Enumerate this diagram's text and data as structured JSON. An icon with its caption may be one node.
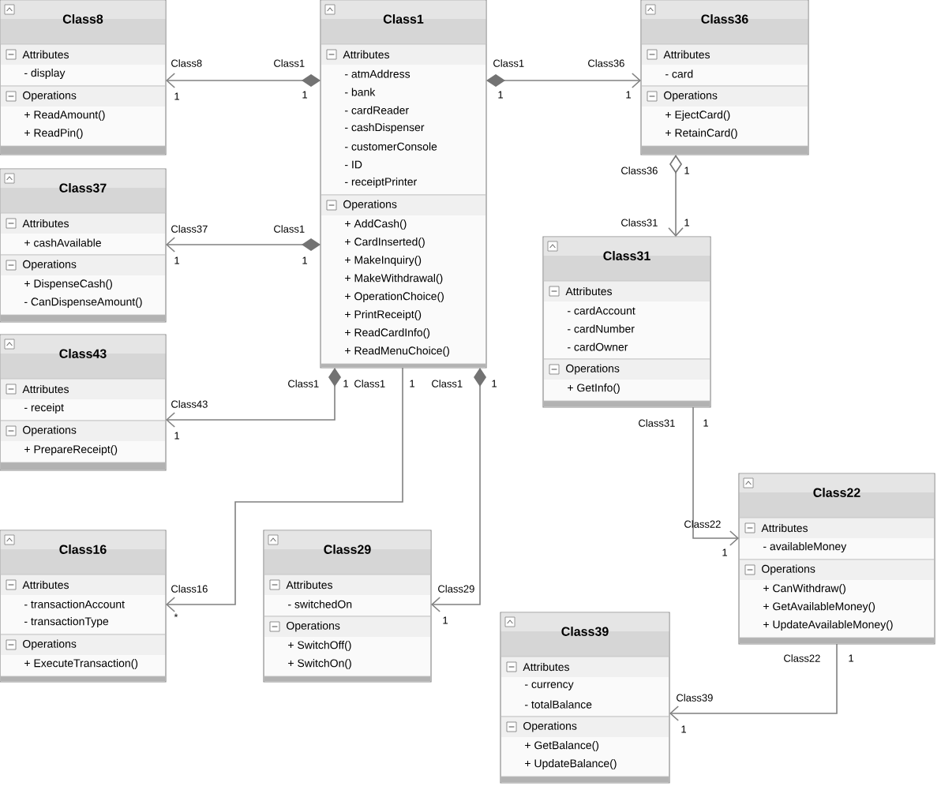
{
  "diagram": {
    "nodes": [
      {
        "text": [
          "Class8"
        ]
      },
      {
        "text": [
          "Attributes",
          "- display"
        ],
        "in": 0
      },
      {
        "text": [
          "Operations",
          "+ ReadAmount()",
          "+ ReadPin()"
        ],
        "in": 0
      },
      {
        "text": [
          "Class1"
        ]
      },
      {
        "text": [
          "Attributes",
          "- atmAddress",
          "- bank",
          "- cardReader",
          "- cashDispenser",
          "- customerConsole",
          "- ID",
          "- receiptPrinter"
        ],
        "in": 3
      },
      {
        "text": [
          "Operations",
          "+ AddCash()",
          "+ CardInserted()",
          "+ MakeInquiry()",
          "+ MakeWithdrawal()",
          "+ OperationChoice()",
          "+ PrintReceipt()",
          "+ ReadCardInfo()",
          "+ ReadMenuChoice()"
        ],
        "in": 3
      },
      {
        "text": [
          "Class36"
        ]
      },
      {
        "text": [
          "Attributes",
          "- card"
        ],
        "in": 6
      },
      {
        "text": [
          "Operations",
          "+ EjectCard()",
          "+ RetainCard()"
        ],
        "in": 6
      },
      {
        "text": [
          "Class37"
        ]
      },
      {
        "text": [
          "Attributes",
          "+ cashAvailable"
        ],
        "in": 9
      },
      {
        "text": [
          "Operations",
          "+ DispenseCash()",
          "- CanDispenseAmount()"
        ],
        "in": 9
      },
      {
        "text": [
          "Class31"
        ]
      },
      {
        "text": [
          "Attributes",
          "- cardAccount",
          "- cardNumber",
          "- cardOwner"
        ],
        "in": 12
      },
      {
        "text": [
          "Operations",
          "+ GetInfo()"
        ],
        "in": 12
      },
      {
        "text": [
          "Class43"
        ]
      },
      {
        "text": [
          "Attributes",
          "- receipt"
        ],
        "in": 15
      },
      {
        "text": [
          "Operations",
          "+ PrepareReceipt()"
        ],
        "in": 15
      },
      {
        "text": [
          "Class16"
        ]
      },
      {
        "text": [
          "Attributes",
          "- transactionAccount",
          "- transactionType"
        ],
        "in": 18
      },
      {
        "text": [
          "Operations",
          "+ ExecuteTransaction()"
        ],
        "in": 18
      },
      {
        "text": [
          "Class29"
        ]
      },
      {
        "text": [
          "Attributes",
          "- switchedOn"
        ],
        "in": 21
      },
      {
        "text": [
          "Operations",
          "+ SwitchOff()",
          "+ SwitchOn()"
        ],
        "in": 21
      },
      {
        "text": [
          "Class22"
        ]
      },
      {
        "text": [
          "Attributes",
          "- availableMoney"
        ],
        "in": 24
      },
      {
        "text": [
          "Operations",
          "+ CanWithdraw()",
          "+ GetAvailableMoney()",
          "+ UpdateAvailableMoney()"
        ],
        "in": 24
      },
      {
        "text": [
          "Class39"
        ]
      },
      {
        "text": [
          "Attributes",
          "- currency",
          "- totalBalance"
        ],
        "in": 27
      },
      {
        "text": [
          "Operations",
          "+ GetBalance()",
          "+ UpdateBalance()"
        ],
        "in": 27
      }
    ],
    "edges": [
      {
        "from": 3,
        "to": 0,
        "arrow": "to"
      },
      {
        "from": 3,
        "to": 6,
        "arrow": "to"
      },
      {
        "from": 3,
        "to": 9,
        "arrow": "to"
      },
      {
        "from": 3,
        "to": 15,
        "arrow": "to"
      },
      {
        "from": 3,
        "to": 18,
        "arrow": "to"
      },
      {
        "from": 3,
        "to": 21,
        "arrow": "to"
      },
      {
        "from": 6,
        "to": 12,
        "arrow": "to"
      },
      {
        "from": 12,
        "to": 24,
        "arrow": "to"
      },
      {
        "from": 24,
        "to": 27,
        "arrow": "to"
      }
    ],
    "labels": [
      "Class8",
      "Class1",
      "1",
      "1",
      "Class1",
      "Class36",
      "1",
      "1",
      "Class36",
      "1",
      "Class37",
      "Class1",
      "1",
      "1",
      "Class31",
      "1",
      "Class1",
      "1",
      "Class1",
      "1",
      "Class1",
      "1",
      "Class43",
      "1",
      "Class31",
      "1",
      "Class22",
      "1",
      "Class16",
      "*",
      "Class29",
      "1",
      "Class22",
      "1",
      "Class39",
      "1"
    ]
  }
}
